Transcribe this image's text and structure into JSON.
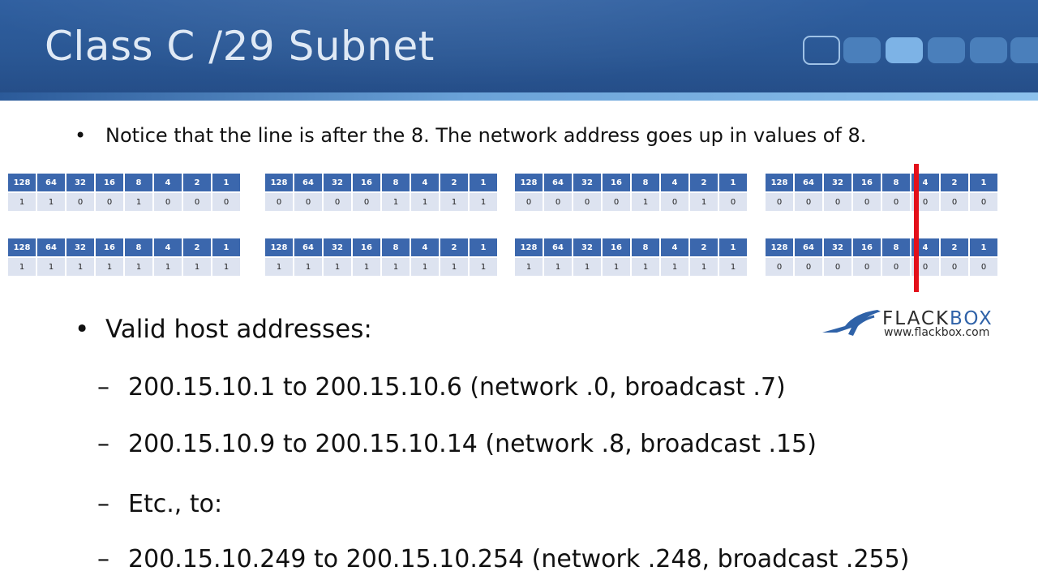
{
  "title": "Class C /29 Subnet",
  "intro_bullet": "Notice that the line is after the 8. The network address goes up in values of 8.",
  "bit_values": [
    "128",
    "64",
    "32",
    "16",
    "8",
    "4",
    "2",
    "1"
  ],
  "rows": [
    {
      "octets": [
        [
          "1",
          "1",
          "0",
          "0",
          "1",
          "0",
          "0",
          "0"
        ],
        [
          "0",
          "0",
          "0",
          "0",
          "1",
          "1",
          "1",
          "1"
        ],
        [
          "0",
          "0",
          "0",
          "0",
          "1",
          "0",
          "1",
          "0"
        ],
        [
          "0",
          "0",
          "0",
          "0",
          "0",
          "0",
          "0",
          "0"
        ]
      ]
    },
    {
      "octets": [
        [
          "1",
          "1",
          "1",
          "1",
          "1",
          "1",
          "1",
          "1"
        ],
        [
          "1",
          "1",
          "1",
          "1",
          "1",
          "1",
          "1",
          "1"
        ],
        [
          "1",
          "1",
          "1",
          "1",
          "1",
          "1",
          "1",
          "1"
        ],
        [
          "0",
          "0",
          "0",
          "0",
          "0",
          "0",
          "0",
          "0"
        ]
      ]
    }
  ],
  "bullet_symbol": "•",
  "dash_symbol": "–",
  "valid_heading": "Valid host addresses:",
  "sub_items": [
    "200.15.10.1 to 200.15.10.6 (network .0, broadcast .7)",
    "200.15.10.9 to 200.15.10.14 (network .8, broadcast .15)",
    "Etc., to:",
    "200.15.10.249 to 200.15.10.254 (network .248, broadcast .255)"
  ],
  "logo": {
    "name_left": "FLACK",
    "name_right": "BOX",
    "url": "www.flackbox.com"
  },
  "colors": {
    "header": "#2a5794",
    "cell_head": "#3b67ad",
    "cell_bits": "#dde3f0",
    "divider": "#e3101a",
    "logo_accent": "#2f62a8"
  }
}
